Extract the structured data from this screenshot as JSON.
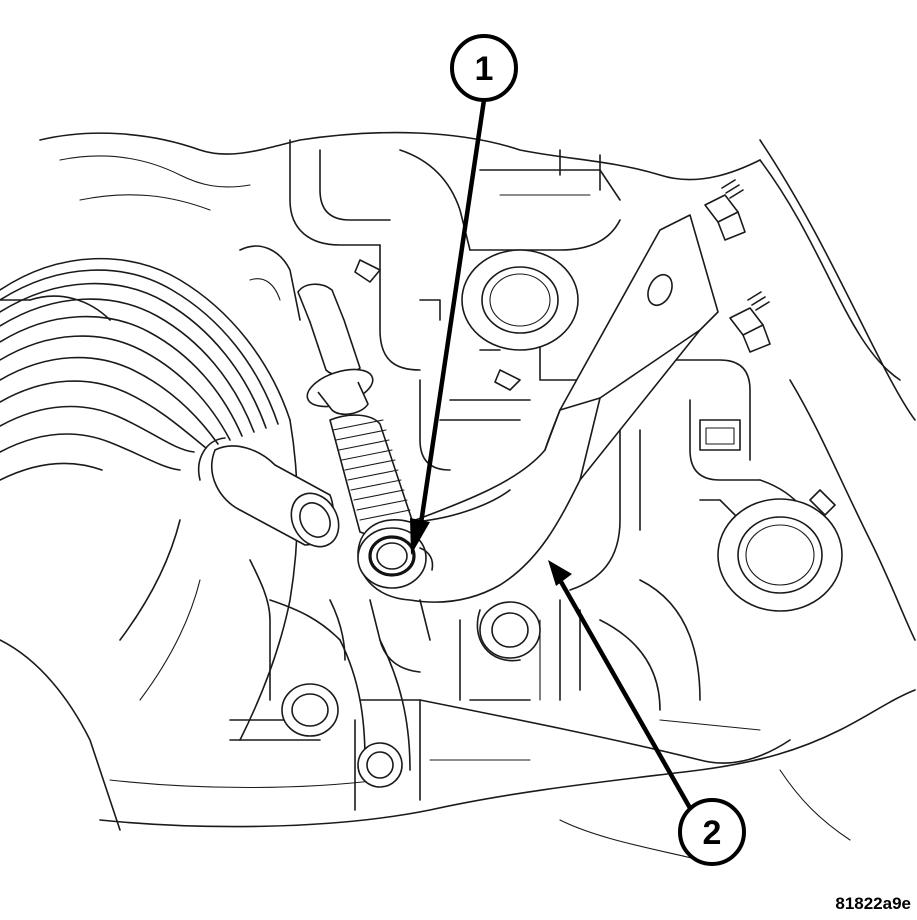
{
  "callouts": [
    {
      "label": "1",
      "part": "bolt"
    },
    {
      "label": "2",
      "part": "bracket"
    }
  ],
  "figure_code": "81822a9e"
}
